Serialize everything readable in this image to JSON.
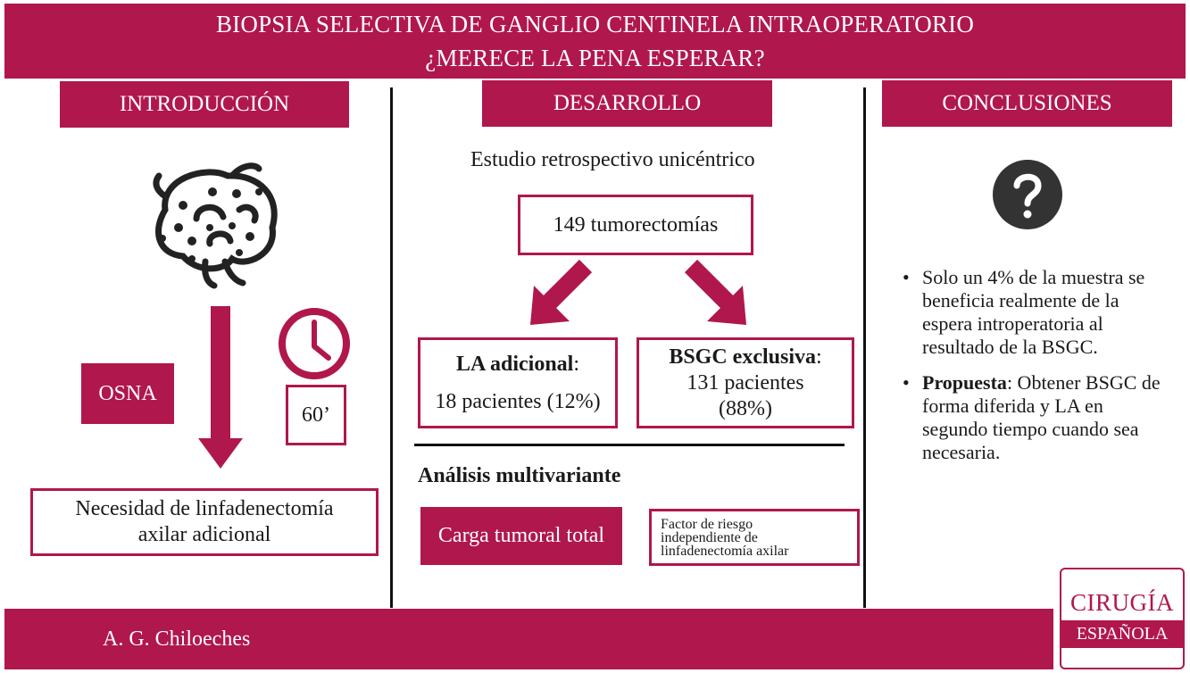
{
  "header": {
    "line1": "BIOPSIA SELECTIVA DE GANGLIO CENTINELA INTRAOPERATORIO",
    "line2": "¿MERECE LA PENA ESPERAR?"
  },
  "introduccion": {
    "title": "INTRODUCCIÓN",
    "osna_label": "OSNA",
    "time_label": "60’",
    "result_line1": "Necesidad de linfadenectomía",
    "result_line2": "axilar adicional"
  },
  "desarrollo": {
    "title": "DESARROLLO",
    "study": "Estudio retrospectivo unicéntrico",
    "total": "149 tumorectomías",
    "left_box": {
      "bold": "LA adicional",
      "suffix": ":",
      "detail": "18 pacientes (12%)"
    },
    "right_box": {
      "bold": "BSGC exclusiva",
      "suffix": ":",
      "detail1": "131 pacientes",
      "detail2": "(88%)"
    },
    "analysis_title": "Análisis multivariante",
    "factor_label": "Carga tumoral total",
    "factor_note1": "Factor de riesgo",
    "factor_note2": "independiente de",
    "factor_note3": "linfadenectomía axilar"
  },
  "conclusiones": {
    "title": "CONCLUSIONES",
    "icon": "question-circle-icon",
    "bullet1": "Solo un 4% de la muestra se beneficia realmente de la espera introperatoria al resultado de la BSGC.",
    "bullet2_bold": "Propuesta",
    "bullet2_rest": ": Obtener BSGC de forma diferida y LA en segundo tiempo cuando sea necesaria."
  },
  "footer": {
    "author": "A. G. Chiloeches"
  },
  "logo": {
    "line1": "CIRUGÍA",
    "line2": "ESPAÑOLA"
  },
  "colors": {
    "accent": "#b0174c",
    "icon_dark": "#333333"
  }
}
